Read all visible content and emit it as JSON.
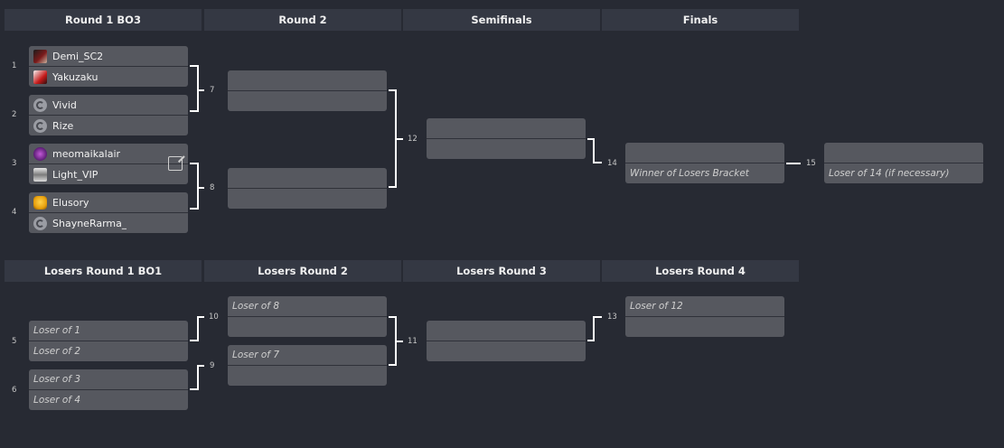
{
  "headers": {
    "round1": "Round 1 BO3",
    "round2": "Round 2",
    "semifinals": "Semifinals",
    "finals": "Finals",
    "losers_round1": "Losers Round 1 BO1",
    "losers_round2": "Losers Round 2",
    "losers_round3": "Losers Round 3",
    "losers_round4": "Losers Round 4"
  },
  "matches": {
    "m1": {
      "number": "1",
      "top": "Demi_SC2",
      "bottom": "Yakuzaku"
    },
    "m2": {
      "number": "2",
      "top": "Vivid",
      "bottom": "Rize"
    },
    "m3": {
      "number": "3",
      "top": "meomaikalair",
      "bottom": "Light_VIP"
    },
    "m4": {
      "number": "4",
      "top": "Elusory",
      "bottom": "ShayneRarma_"
    },
    "m7": {
      "number": "7"
    },
    "m8": {
      "number": "8"
    },
    "m12": {
      "number": "12"
    },
    "m14": {
      "number": "14",
      "bottom": "Winner of Losers Bracket"
    },
    "m15": {
      "number": "15",
      "bottom": "Loser of 14 (if necessary)"
    },
    "m5": {
      "number": "5",
      "top": "Loser of 1",
      "bottom": "Loser of 2"
    },
    "m6": {
      "number": "6",
      "top": "Loser of 3",
      "bottom": "Loser of 4"
    },
    "m10": {
      "number": "10",
      "top": "Loser of 8"
    },
    "m9": {
      "number": "9",
      "top": "Loser of 7"
    },
    "m11": {
      "number": "11"
    },
    "m13": {
      "number": "13",
      "top": "Loser of 12"
    }
  },
  "icons": {
    "edit": "edit-icon",
    "default_avatar": "default-avatar-icon"
  }
}
